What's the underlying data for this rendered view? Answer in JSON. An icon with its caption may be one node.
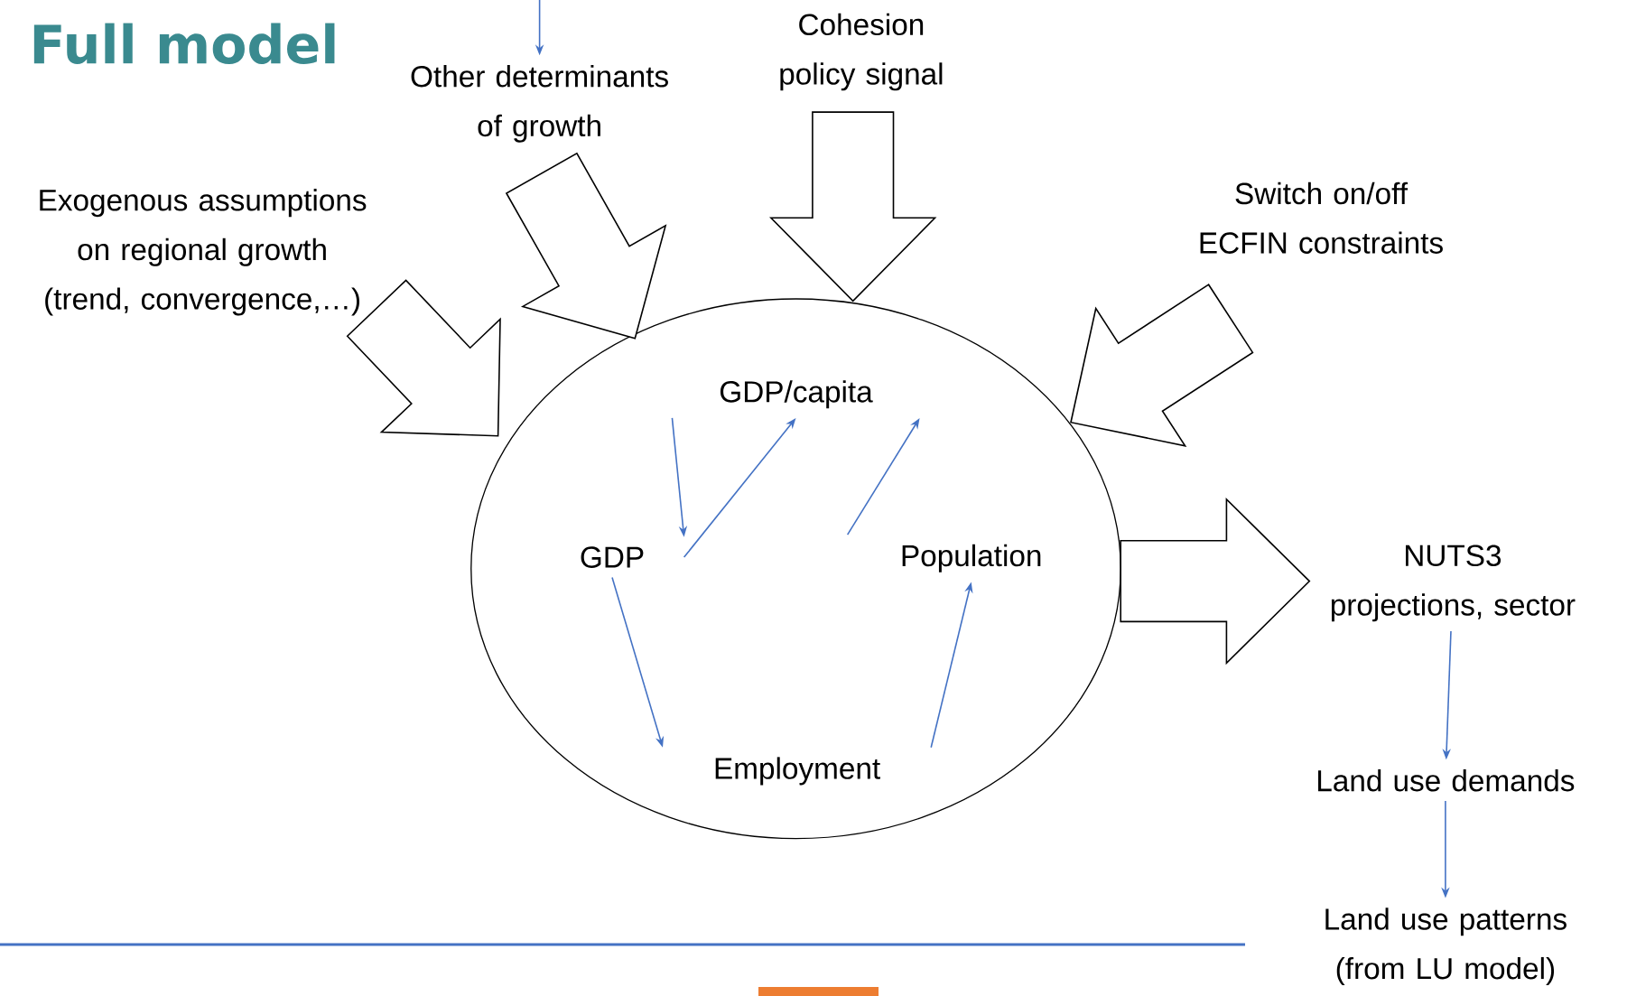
{
  "diagram": {
    "title": "Full model",
    "nodes": [
      {
        "text": [],
        "shape": "circle"
      },
      {
        "text": [
          "GDP/capita"
        ],
        "in": 0
      },
      {
        "text": [
          "GDP"
        ],
        "in": 0
      },
      {
        "text": [
          "Population"
        ],
        "in": 0
      },
      {
        "text": [
          "Employment"
        ],
        "in": 0
      },
      {
        "text": [
          "Exogenous assumptions on regional growth (trend, convergence,…)"
        ]
      },
      {
        "text": [
          "Other determinants of growth"
        ]
      },
      {
        "text": [
          "Cohesion policy signal"
        ]
      },
      {
        "text": [
          "Switch on/off ECFIN constraints"
        ]
      },
      {
        "text": [
          "NUTS3 projections, sector"
        ]
      },
      {
        "text": [
          "Land use demands"
        ]
      },
      {
        "text": [
          "Land use patterns (from LU model)"
        ]
      }
    ],
    "edges": [
      {
        "from": 1,
        "to": 2,
        "arrow": "to"
      },
      {
        "from": 2,
        "to": 1,
        "arrow": "to"
      },
      {
        "from": 3,
        "to": 1,
        "arrow": "to"
      },
      {
        "from": 2,
        "to": 4,
        "arrow": "to"
      },
      {
        "from": 4,
        "to": 3,
        "arrow": "to"
      },
      {
        "from": 5,
        "to": 0,
        "arrow": "to",
        "style": "thick",
        "color": "#000000"
      },
      {
        "from": 6,
        "to": 0,
        "arrow": "to",
        "style": "thick",
        "color": "#000000"
      },
      {
        "from": 7,
        "to": 0,
        "arrow": "to",
        "style": "thick",
        "color": "#000000"
      },
      {
        "from": 8,
        "to": 0,
        "arrow": "to",
        "style": "thick",
        "color": "#000000"
      },
      {
        "from": 0,
        "to": 9,
        "arrow": "to",
        "style": "thick",
        "color": "#000000"
      },
      {
        "from": 9,
        "to": 10,
        "arrow": "to"
      },
      {
        "from": 10,
        "to": 11,
        "arrow": "to"
      },
      {
        "from": null,
        "to": 6,
        "arrow": "to"
      }
    ]
  }
}
